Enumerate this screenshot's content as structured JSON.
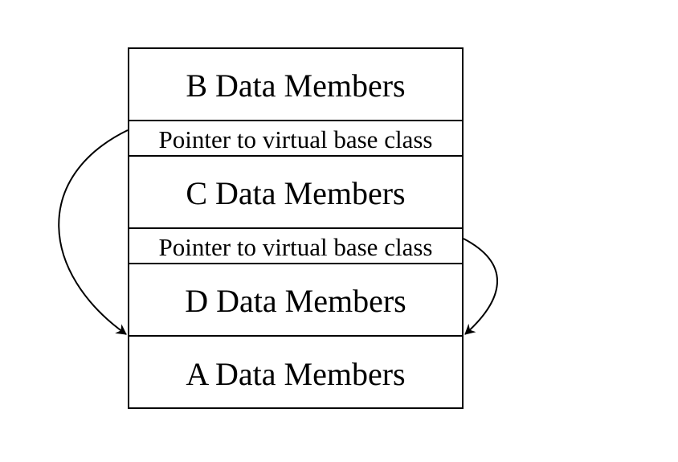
{
  "diagram": {
    "cells": [
      {
        "id": "b-data",
        "kind": "block",
        "label": "B Data Members"
      },
      {
        "id": "b-pointer",
        "kind": "pointer",
        "label": "Pointer to virtual base class"
      },
      {
        "id": "c-data",
        "kind": "block",
        "label": "C Data Members"
      },
      {
        "id": "c-pointer",
        "kind": "pointer",
        "label": "Pointer to virtual base class"
      },
      {
        "id": "d-data",
        "kind": "block",
        "label": "D Data Members"
      },
      {
        "id": "a-data",
        "kind": "block",
        "label": "A Data Members"
      }
    ],
    "arrows": [
      {
        "from": "b-pointer",
        "to": "a-data",
        "side": "left"
      },
      {
        "from": "c-pointer",
        "to": "a-data",
        "side": "right"
      }
    ],
    "colors": {
      "stroke": "#000000",
      "fill": "#ffffff",
      "text": "#000000"
    }
  }
}
